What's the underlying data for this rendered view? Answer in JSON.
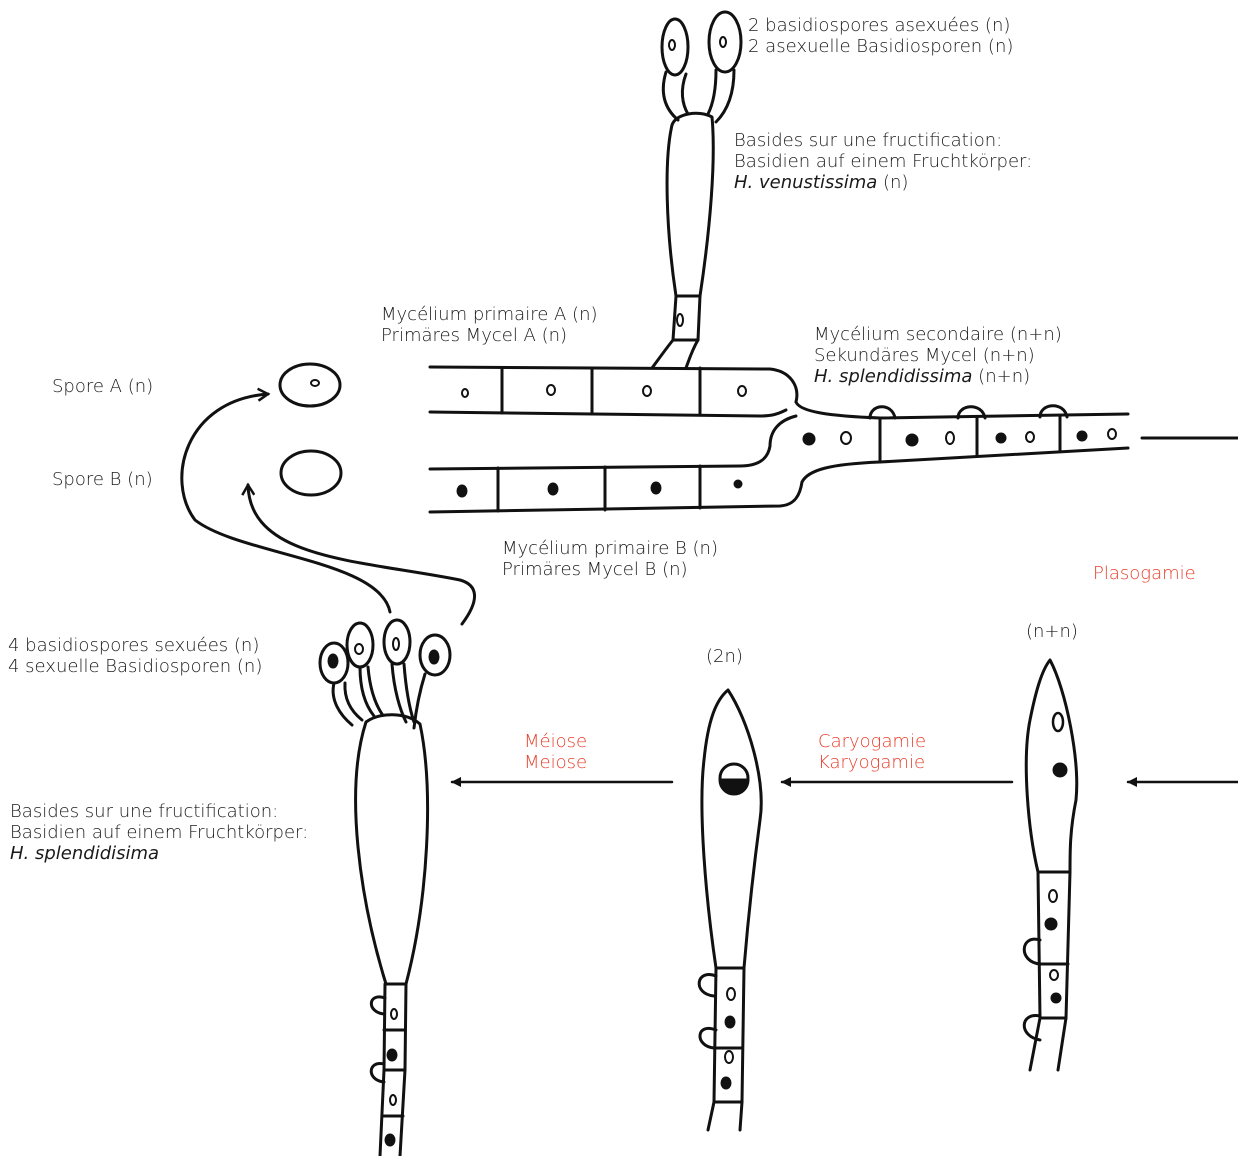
{
  "labels": {
    "top_spores_fr": "2 basidiospores asexuées (n)",
    "top_spores_de": "2 asexuelle Basidiosporen (n)",
    "top_basides_fr": "Basides sur une fructification:",
    "top_basides_de": "Basidien auf einem Fruchtkörper:",
    "top_species": "H. venustissima",
    "top_species_suffix": " (n)",
    "myc_a_fr": "Mycélium primaire A (n)",
    "myc_a_de": "Primäres Mycel A (n)",
    "myc_sec_fr": "Mycélium secondaire (n+n)",
    "myc_sec_de": "Sekundäres Mycel (n+n)",
    "myc_sec_species": "H. splendidissima",
    "myc_sec_suffix": " (n+n)",
    "spore_a": "Spore A (n)",
    "spore_b": "Spore B (n)",
    "myc_b_fr": "Mycélium primaire B (n)",
    "myc_b_de": "Primäres Mycel B (n)",
    "plasogamie": "Plasogamie",
    "sex_spores_fr": "4 basidiospores sexuées (n)",
    "sex_spores_de": "4 sexuelle Basidiosporen (n)",
    "nn": "(n+n)",
    "twon": "(2n)",
    "meiose_fr": "Méiose",
    "meiose_de": "Meiose",
    "caryo_fr": "Caryogamie",
    "caryo_de": "Karyogamie",
    "bottom_basides_fr": "Basides sur une fructification:",
    "bottom_basides_de": "Basidien auf einem Fruchtkörper:",
    "bottom_species": "H. splendidisima"
  },
  "colors": {
    "ink": "#111111",
    "text": "#1a1a1a",
    "process_label": "#e8402c"
  }
}
